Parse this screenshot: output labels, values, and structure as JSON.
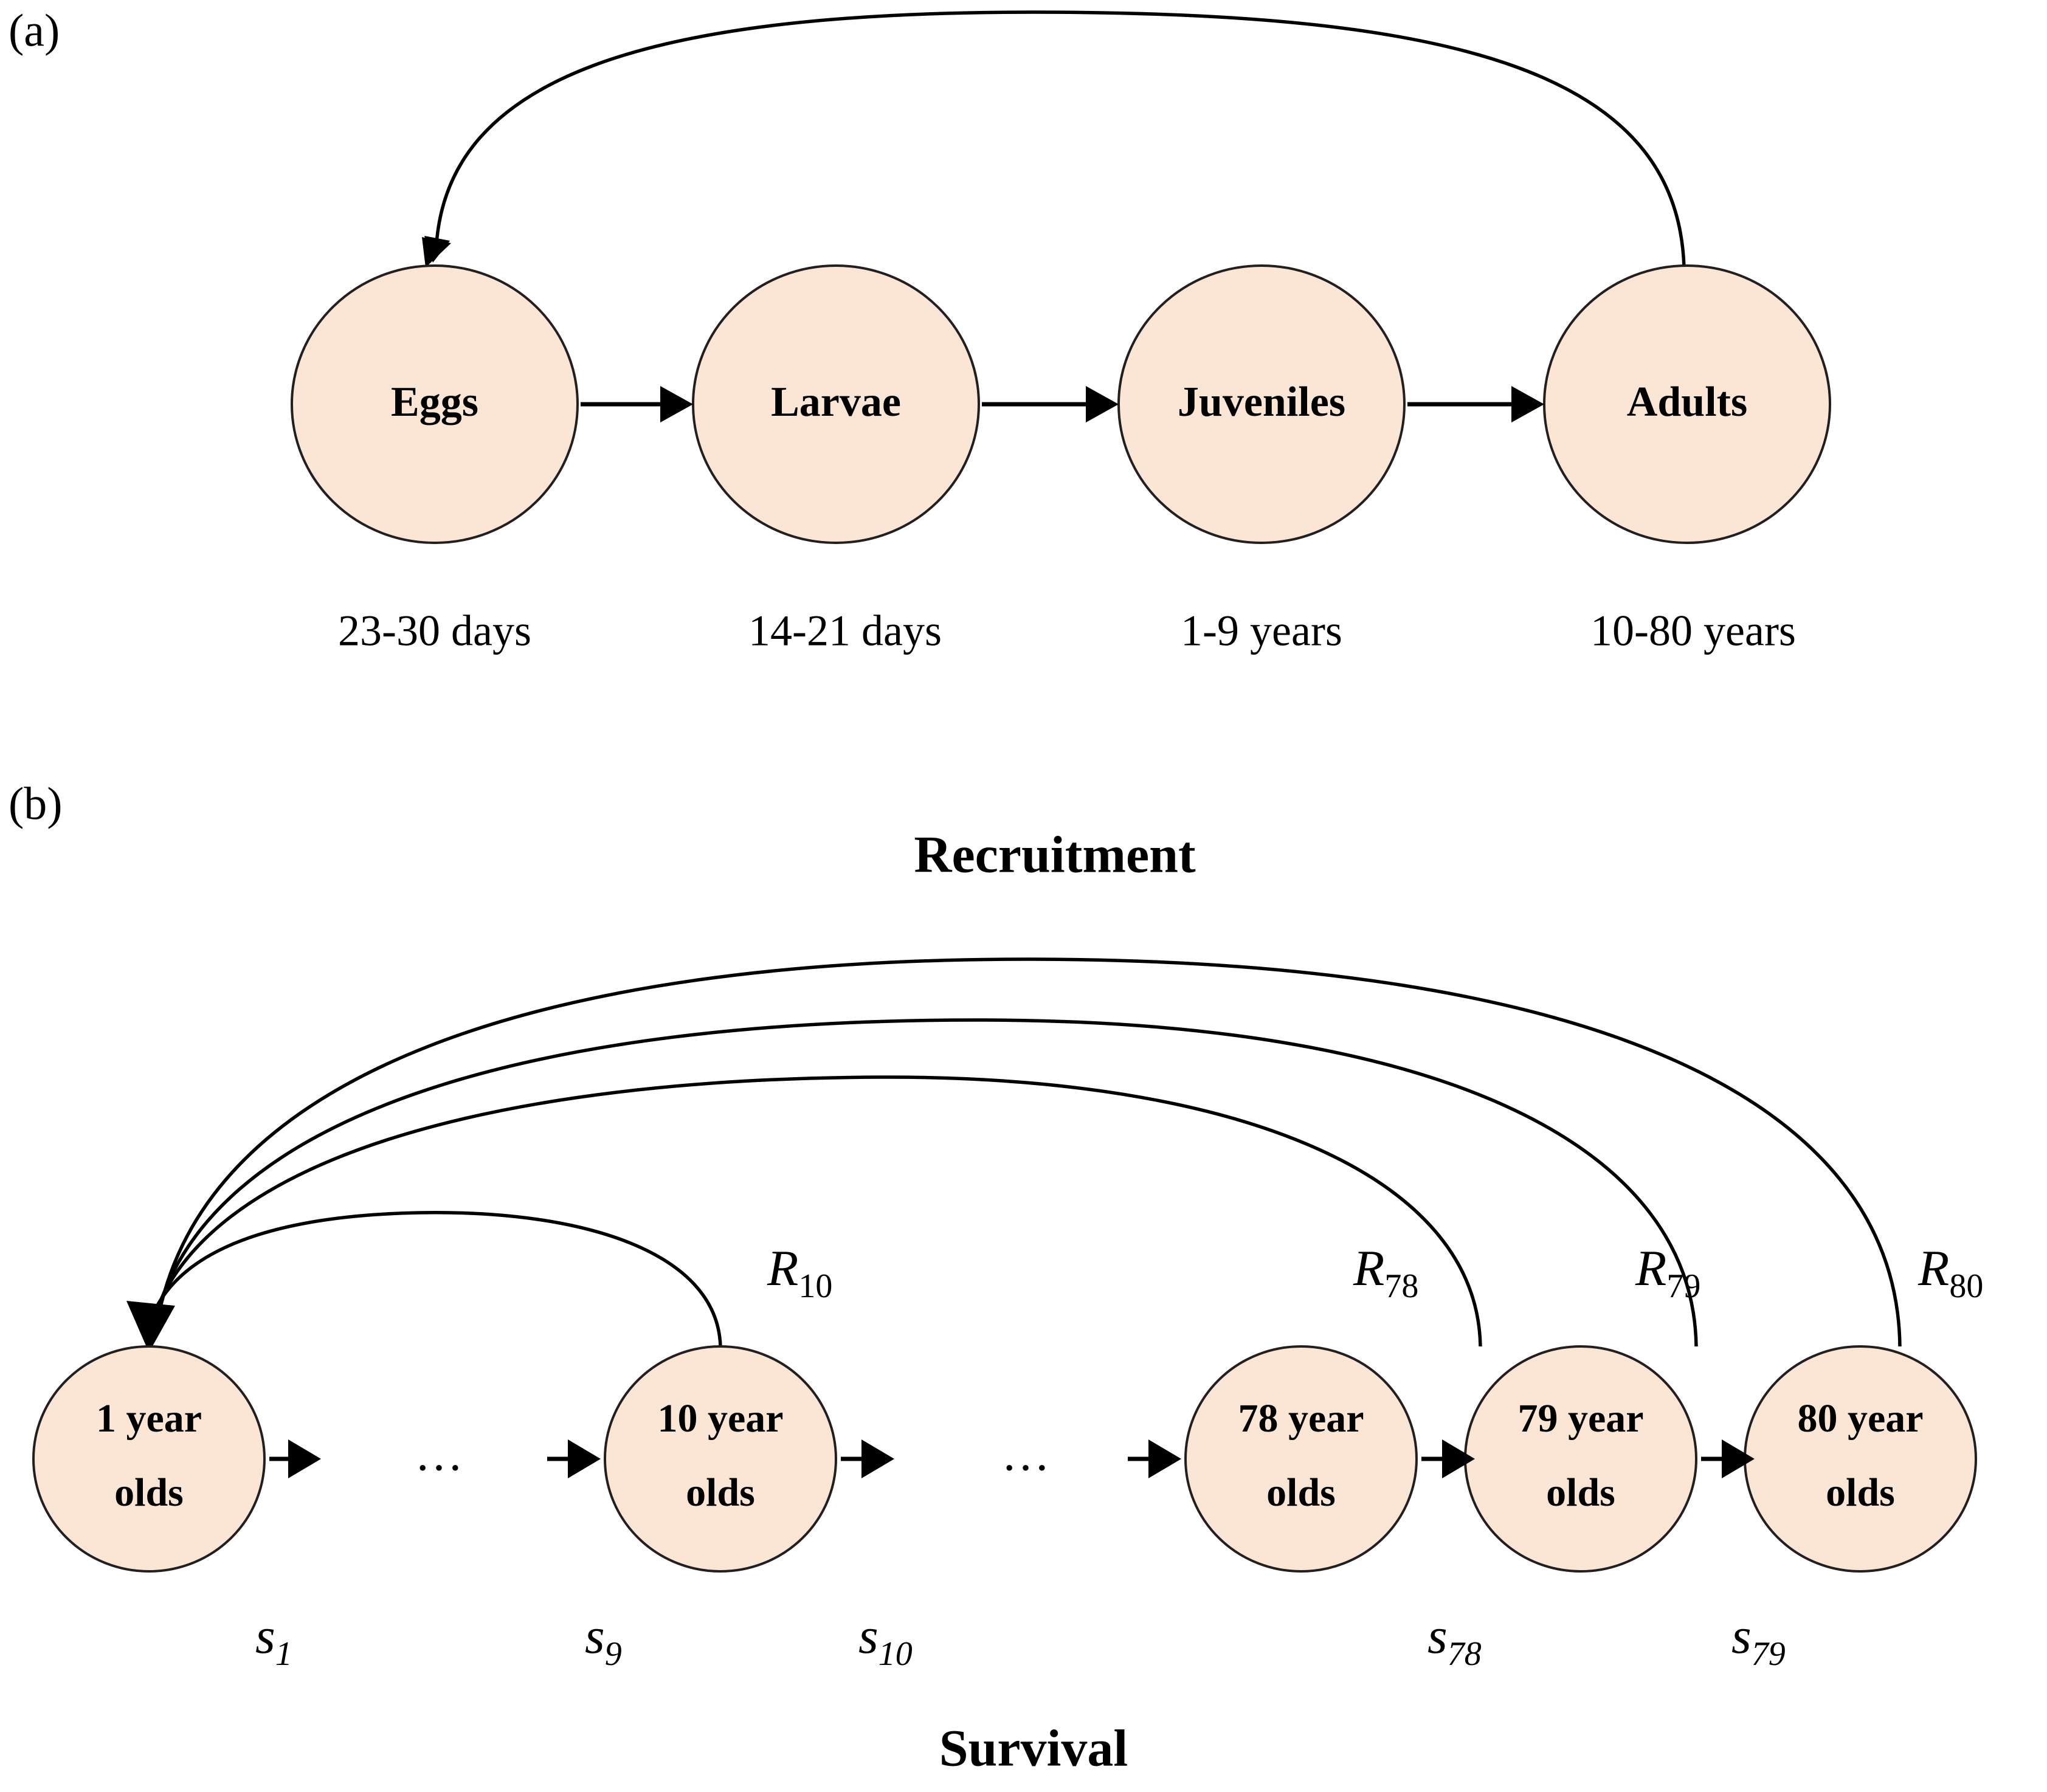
{
  "figure": {
    "background_color": "#ffffff",
    "node_fill_color": "#fbe6d5",
    "node_stroke_color": "#231f20",
    "edge_color": "#000000",
    "text_color": "#000000"
  },
  "panel_a": {
    "letter": "(a)",
    "nodes": [
      {
        "label": "Eggs",
        "duration": "23-30 days"
      },
      {
        "label": "Larvae",
        "duration": "14-21 days"
      },
      {
        "label": "Juveniles",
        "duration": "1-9 years"
      },
      {
        "label": "Adults",
        "duration": "10-80 years"
      }
    ],
    "feedback_arc": {
      "from": "Adults",
      "to": "Eggs"
    }
  },
  "panel_b": {
    "letter": "(b)",
    "top_title": "Recruitment",
    "bottom_title": "Survival",
    "nodes": [
      {
        "line1": "1 year",
        "line2": "olds"
      },
      {
        "line1": "10 year",
        "line2": "olds"
      },
      {
        "line1": "78 year",
        "line2": "olds"
      },
      {
        "line1": "79 year",
        "line2": "olds"
      },
      {
        "line1": "80 year",
        "line2": "olds"
      }
    ],
    "ellipses": [
      "…",
      "…"
    ],
    "recruitment_labels": [
      {
        "symbol": "R",
        "subscript": "10"
      },
      {
        "symbol": "R",
        "subscript": "78"
      },
      {
        "symbol": "R",
        "subscript": "79"
      },
      {
        "symbol": "R",
        "subscript": "80"
      }
    ],
    "survival_labels": [
      {
        "symbol": "s",
        "subscript": "1"
      },
      {
        "symbol": "s",
        "subscript": "9"
      },
      {
        "symbol": "s",
        "subscript": "10"
      },
      {
        "symbol": "s",
        "subscript": "78"
      },
      {
        "symbol": "s",
        "subscript": "79"
      }
    ]
  }
}
